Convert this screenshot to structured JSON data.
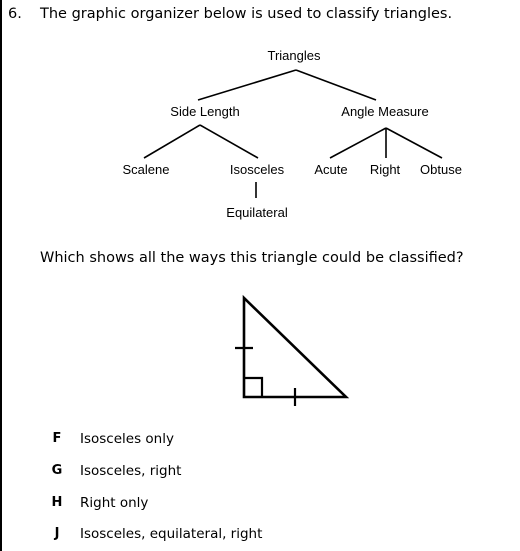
{
  "question": {
    "number": "6.",
    "intro": "The graphic organizer below is used to classify triangles.",
    "prompt": "Which shows all the ways this triangle could be classified?"
  },
  "organizer": {
    "root": "Triangles",
    "branches": [
      {
        "label": "Side Length",
        "children": [
          "Scalene",
          "Isosceles"
        ],
        "subchild": "Equilateral"
      },
      {
        "label": "Angle Measure",
        "children": [
          "Acute",
          "Right",
          "Obtuse"
        ]
      }
    ]
  },
  "choices": [
    {
      "letter": "F",
      "text": "Isosceles only"
    },
    {
      "letter": "G",
      "text": "Isosceles, right"
    },
    {
      "letter": "H",
      "text": "Right only"
    },
    {
      "letter": "J",
      "text": "Isosceles, equilateral, right"
    }
  ]
}
